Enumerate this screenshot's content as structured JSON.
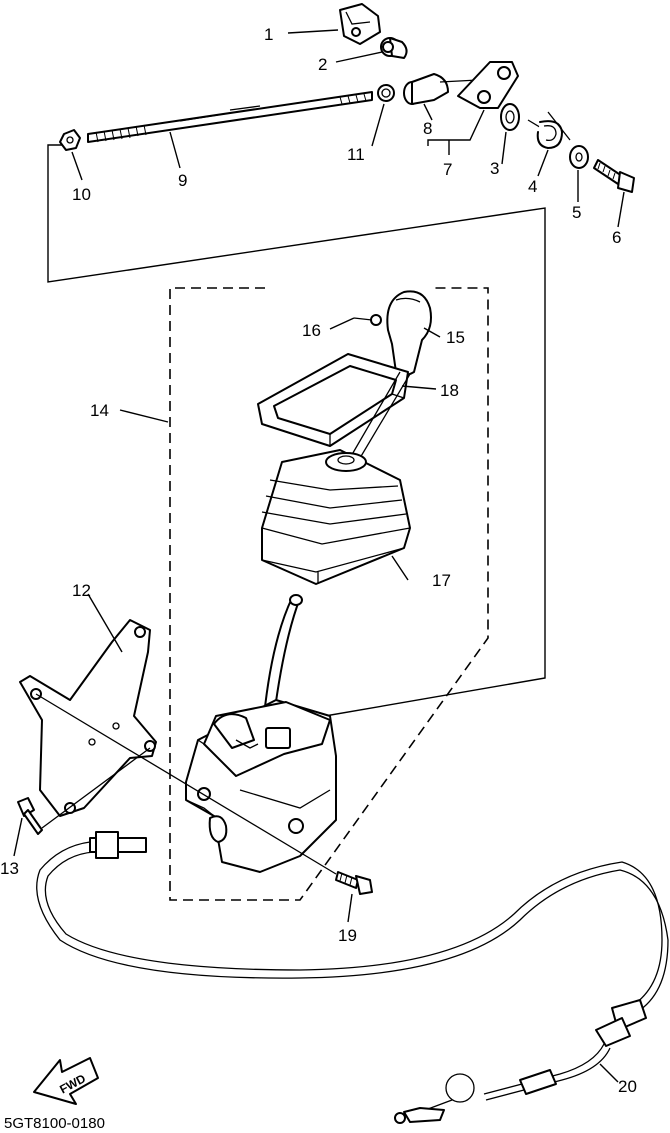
{
  "diagram": {
    "part_numbers": [
      "1",
      "2",
      "3",
      "4",
      "5",
      "6",
      "7",
      "8",
      "9",
      "10",
      "11",
      "12",
      "13",
      "14",
      "15",
      "16",
      "17",
      "18",
      "19",
      "20"
    ],
    "drawing_code": "5GT8100-0180",
    "direction_label": "FWD"
  }
}
